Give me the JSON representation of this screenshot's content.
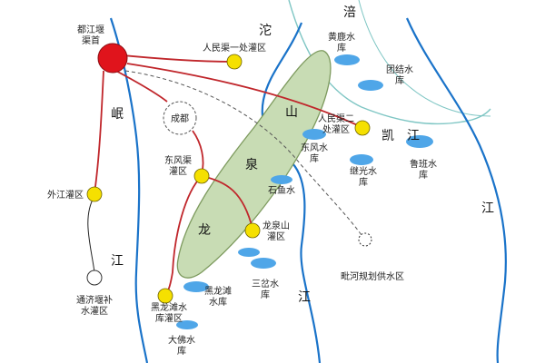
{
  "colors": {
    "river": "#1a73c9",
    "canal": "#c0262b",
    "headwork": "#e0141c",
    "station": "#f5e000",
    "ridge_fill": "#c8dcb4",
    "ridge_stroke": "#7d9a5e",
    "lake": "#4fa6e8",
    "boundary": "#7fc6c4",
    "planned": "#555555"
  },
  "rivers": {
    "tuo": "沱",
    "fu": "涪",
    "min": "岷",
    "jiang_right": "江",
    "jiang_left": "江",
    "jiang_center": "江",
    "kai": "凯",
    "kai_jiang": "江"
  },
  "ridge": {
    "chars": [
      "山",
      "泉",
      "龙"
    ]
  },
  "nodes": {
    "dujiangyan": "都江堰\n渠首",
    "renminqu1": "人民渠一处灌区",
    "renminqu2": "人民渠二\n处灌区",
    "chengdu": "成都",
    "dongfengqu": "东风渠\n灌区",
    "waijiang": "外江灌区",
    "longquanshan": "龙泉山\n灌区",
    "heilongtan": "黑龙滩水\n库灌区",
    "tongji": "通济堰补\n水灌区",
    "pihe": "毗河规划供水区"
  },
  "reservoirs": {
    "huanglu": "黄鹿水\n库",
    "tuanjie": "团结水\n库",
    "dongfeng": "东风水\n库",
    "jiguang": "继光水\n库",
    "luban": "鲁班水\n库",
    "shiyu": "石鱼水",
    "sancha": "三岔水\n库",
    "heilongtan": "黑龙滩\n水库",
    "dafo": "大佛水\n库"
  }
}
